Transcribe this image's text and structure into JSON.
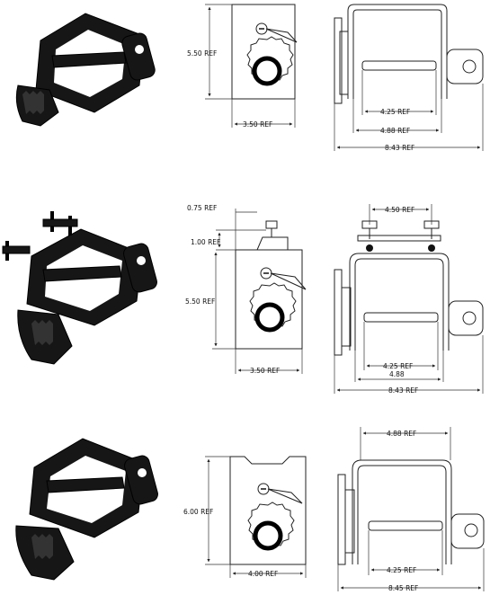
{
  "rows": [
    {
      "side_view": {
        "height": "5.50 REF",
        "width": "3.50 REF"
      },
      "front_view": {
        "inner": "4.25 REF",
        "outer": "4.88 REF",
        "overall": "8.43 REF"
      }
    },
    {
      "side_view": {
        "top_offset": "0.75 REF",
        "bolt_height": "1.00 REF",
        "height": "5.50 REF",
        "width": "3.50 REF"
      },
      "front_view": {
        "bolt_spacing": "4.50 REF",
        "inner": "4.25 REF",
        "outer": "4.88",
        "overall": "8.43 REF"
      }
    },
    {
      "side_view": {
        "height": "6.00 REF",
        "width": "4.00 REF"
      },
      "front_view": {
        "top_width": "4.88 REF",
        "inner": "4.25 REF",
        "overall": "8.45 REF"
      }
    }
  ]
}
